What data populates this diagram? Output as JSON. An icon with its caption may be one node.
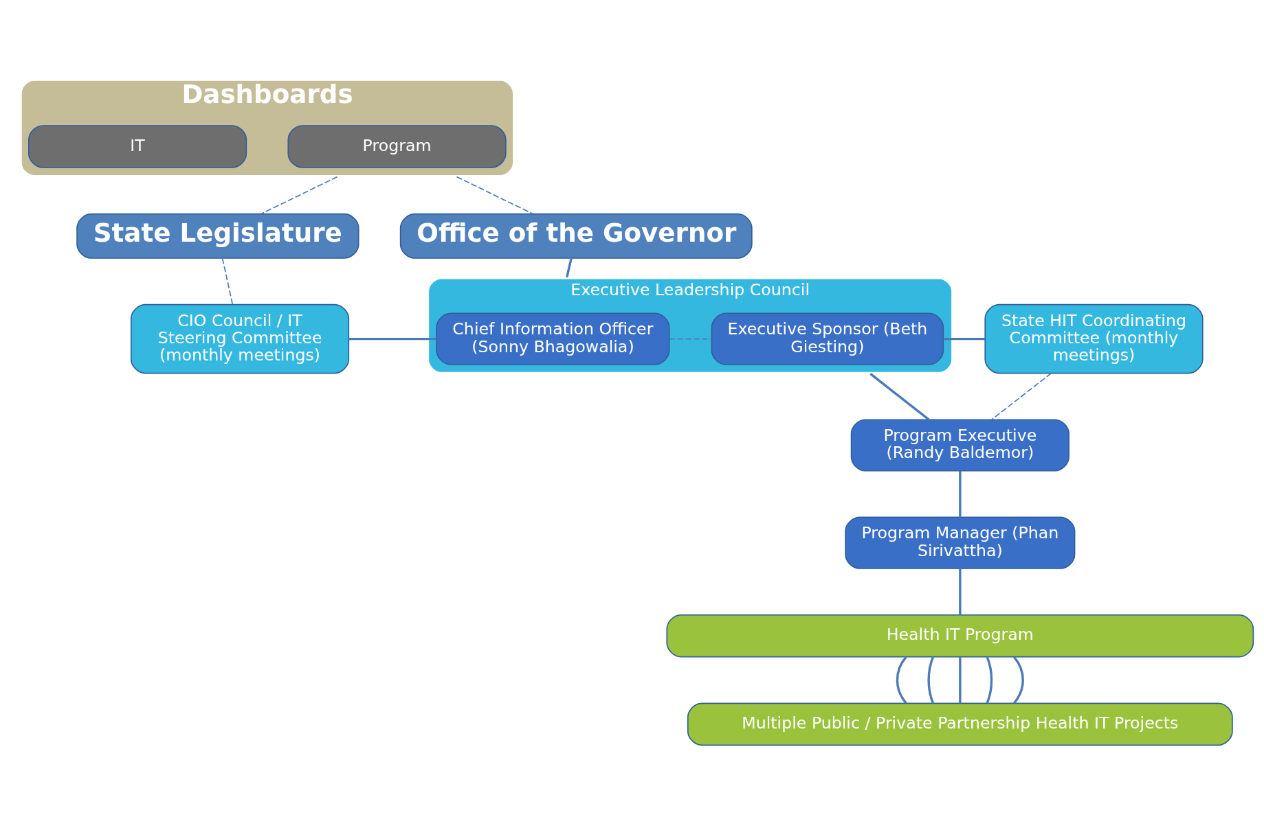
{
  "diagram": {
    "nodes": [
      {
        "text": [
          "Dashboards"
        ]
      },
      {
        "text": [
          "Program"
        ],
        "in": 0
      },
      {
        "text": [
          "IT"
        ],
        "in": 0
      },
      {
        "text": [
          "State Legislature"
        ]
      },
      {
        "text": [
          "Office of the Governor"
        ]
      },
      {
        "text": [
          "CIO Council / IT Steering Committee (monthly meetings)"
        ]
      },
      {
        "text": [
          "Executive Leadership Council"
        ]
      },
      {
        "text": [
          "Chief Information Officer (Sonny Bhagowalia)"
        ],
        "in": 6
      },
      {
        "text": [
          "Executive Sponsor (Beth Giesting)"
        ],
        "in": 6
      },
      {
        "text": [
          "State HIT Coordinating Committee (monthly meetings)"
        ]
      },
      {
        "text": [
          "Program Executive (Randy Baldemor)"
        ]
      },
      {
        "text": [
          "Program Manager (Phan Sirivattha)"
        ]
      },
      {
        "text": [
          "Health IT Program"
        ]
      },
      {
        "text": [
          "Multiple Public / Private Partnership Health IT Projects"
        ]
      }
    ],
    "edges": [
      {
        "from": 0,
        "to": 3,
        "arrow": "none",
        "style": "dashed"
      },
      {
        "from": 0,
        "to": 4,
        "arrow": "none",
        "style": "dashed"
      },
      {
        "from": 3,
        "to": 5,
        "arrow": "none",
        "style": "dashed"
      },
      {
        "from": 4,
        "to": 6,
        "arrow": "none"
      },
      {
        "from": 5,
        "to": 7,
        "arrow": "none"
      },
      {
        "from": 7,
        "to": 8,
        "arrow": "none",
        "style": "dashed"
      },
      {
        "from": 8,
        "to": 9,
        "arrow": "none"
      },
      {
        "from": 6,
        "to": 10,
        "arrow": "none"
      },
      {
        "from": 9,
        "to": 10,
        "arrow": "none",
        "style": "dashed"
      },
      {
        "from": 10,
        "to": 11,
        "arrow": "none"
      },
      {
        "from": 11,
        "to": 12,
        "arrow": "none"
      },
      {
        "from": 12,
        "to": 13,
        "arrow": "none"
      },
      {
        "from": 12,
        "to": 13,
        "arrow": "none"
      },
      {
        "from": 12,
        "to": 13,
        "arrow": "none"
      },
      {
        "from": 12,
        "to": 13,
        "arrow": "none"
      },
      {
        "from": 12,
        "to": 13,
        "arrow": "none"
      }
    ]
  }
}
